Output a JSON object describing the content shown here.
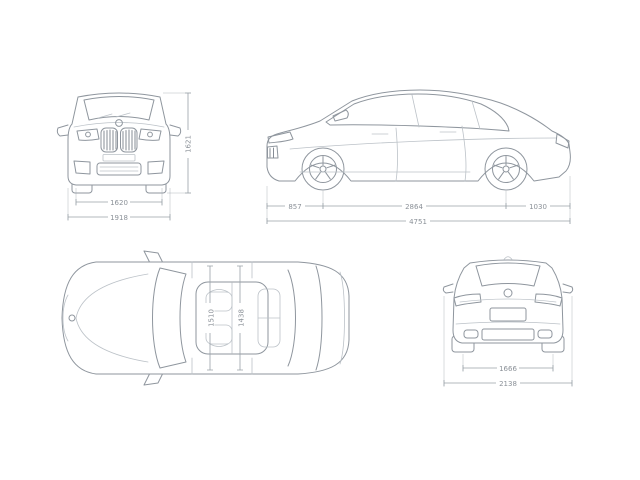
{
  "drawing": {
    "line_color": "#8f969e",
    "light_color": "#bcc2c8",
    "dark_color": "#7a818a",
    "dim_color": "#9aa1a8",
    "text_color": "#8b9198",
    "background": "#ffffff"
  },
  "dimensions": {
    "front": {
      "track": "1620",
      "width": "1918",
      "height": "1621"
    },
    "side": {
      "front_overhang": "857",
      "wheelbase": "2864",
      "rear_overhang": "1030",
      "length": "4751"
    },
    "top": {
      "front_interior_width": "1510",
      "rear_interior_width": "1438"
    },
    "rear": {
      "track": "1666",
      "width_with_mirrors": "2138"
    }
  }
}
